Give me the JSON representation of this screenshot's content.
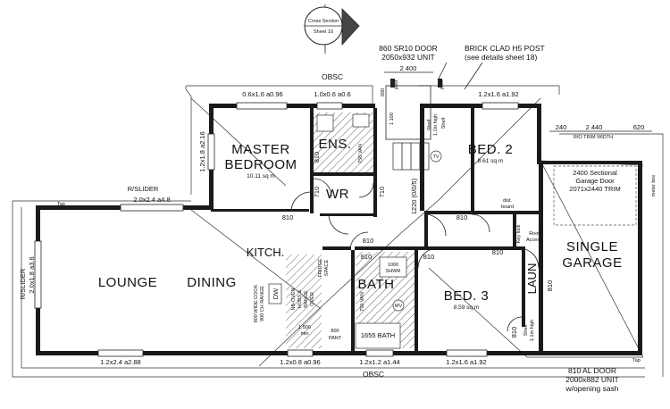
{
  "sheet_marker": {
    "title": "Cross Section",
    "subtitle": "Sheet 10"
  },
  "notes": {
    "entry_door": [
      "860 SR10 DOOR",
      "2050x932 UNIT"
    ],
    "brick_post": [
      "BRICK CLAD H5 POST",
      "(see details sheet 18)"
    ],
    "garage_door_note": [
      "2400 Sectional",
      "Garage Door",
      "2071x2440 TRIM"
    ],
    "rear_door_note": [
      "810 AL DOOR",
      "2000x882 UNIT",
      "w/opening sash"
    ],
    "garage_dims": [
      "240",
      "2 440",
      "620"
    ],
    "rio_trim": "RIO TRIM WIDTH",
    "meter_box": "meter box",
    "obsc_top": "OBSC",
    "obsc_bottom": "OBSC",
    "r_slider_top": "R/SLIDER",
    "r_slider_left": "R/SLIDER",
    "tap_top": "Tap",
    "tap_bottom": "Tap",
    "porch_dim": "2 400"
  },
  "rooms": {
    "master": {
      "line1": "MASTER",
      "line2": "BEDROOM",
      "area": "10.11 sq m"
    },
    "ens": "ENS.",
    "wr": "WR",
    "bed2": {
      "label": "BED. 2",
      "area": "8.61 sq m"
    },
    "bed3": {
      "label": "BED. 3",
      "area": "8.59 sq m"
    },
    "lounge": "LOUNGE",
    "dining": "DINING",
    "kitch": "KITCH.",
    "bath": "BATH",
    "laun": "LAUN",
    "garage": {
      "line1": "SINGLE",
      "line2": "GARAGE"
    }
  },
  "windows": {
    "w1": "0.6x1.6 a0.96",
    "w2": "1.0x0.6 a0.6",
    "w3": "1.2x1.6 a1.92",
    "w4": "1.2x1.8 a2.16",
    "w5": "2.0x2.4 a4.8",
    "w6": "2.0x1.8 a3.6",
    "w7": "1.2x2.4 a2.88",
    "w8": "1.2x0.8 a0.96",
    "w9": "1.2x1.2 a1.44",
    "w10": "1.2x1.6 a1.92"
  },
  "doors": {
    "d_master": "810",
    "d_ens": "810",
    "d_wr1": "710",
    "d_wr2": "710",
    "d_bed2": "810",
    "d_hall": "810",
    "d_bath": "810",
    "d_bed3": "810",
    "d_laun": "810",
    "d_garage": "810",
    "d_garage2": "810"
  },
  "fixtures": {
    "kitchen_counter": [
      "900 WIDE COOK",
      "900 CH RANGE"
    ],
    "dw": "DW",
    "fridge": [
      "FRIDGE",
      "SPACE"
    ],
    "wall_oven": [
      "NB-OVEN",
      "HOBS &",
      "RANGE",
      "OVER"
    ],
    "dims_1500": [
      "1 500",
      "min"
    ],
    "pantry": [
      "800",
      "PANT"
    ],
    "bath_tub": "1655 BATH",
    "shower_top": [
      "1000",
      "SHWR"
    ],
    "van_bath": "750 VAN",
    "van_ens": "750 VAN",
    "mv": "MV",
    "tv": "TV",
    "linen": "1220 (0/0/5)",
    "dist_board": [
      "dist.",
      "board"
    ],
    "roof_access": [
      "Roof",
      "Access"
    ],
    "key_lock": "Key lock",
    "shelf_top": [
      "Shelf",
      "1.1m high"
    ],
    "shelf_bed3": [
      "Shelf",
      "1.1m high"
    ],
    "linen_shelf": "Shelf"
  },
  "porch": {
    "d1": "600",
    "d2": "1 100",
    "post_left": "post",
    "post_right": "post"
  }
}
